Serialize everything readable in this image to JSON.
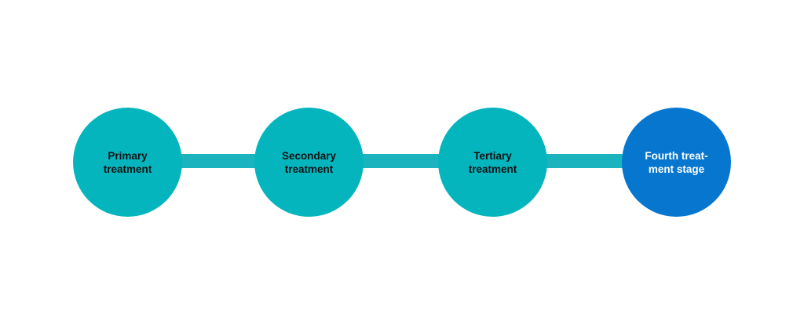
{
  "stages": [
    {
      "label": "Primary\ntreatment",
      "style": "teal"
    },
    {
      "label": "Secondary\ntreatment",
      "style": "teal"
    },
    {
      "label": "Tertiary\ntreatment",
      "style": "teal"
    },
    {
      "label": "Fourth treat-\nment stage",
      "style": "blue"
    }
  ],
  "colors": {
    "teal": "#05b5be",
    "connector": "#1bb3bd",
    "blue": "#0676cf"
  }
}
